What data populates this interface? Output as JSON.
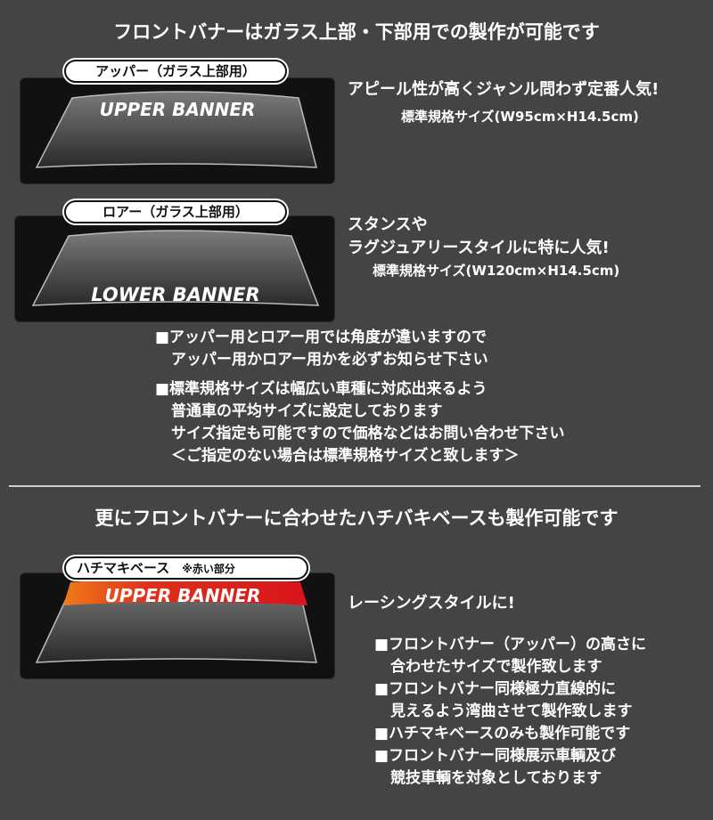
{
  "header": {
    "title": "フロントバナーはガラス上部・下部用での製作が可能です"
  },
  "upper": {
    "tag": "アッパー（ガラス上部用）",
    "banner_text": "UPPER BANNER",
    "desc1": "アピール性が高くジャンル問わず定番人気!",
    "size": "標準規格サイズ(W95cm×H14.5cm)"
  },
  "lower": {
    "tag": "ロアー（ガラス上部用）",
    "banner_text": "LOWER BANNER",
    "desc1": "スタンスや",
    "desc2": "ラグジュアリースタイルに特に人気!",
    "size": "標準規格サイズ(W120cm×H14.5cm)"
  },
  "notes": [
    "■アッパー用とロアー用では角度が違いますので",
    "アッパー用かロアー用かを必ずお知らせ下さい",
    "■標準規格サイズは幅広い車種に対応出来るよう",
    "普通車の平均サイズに設定しております",
    "サイズ指定も可能ですので価格などはお問い合わせ下さい",
    "＜ご指定のない場合は標準規格サイズと致します＞"
  ],
  "section2": {
    "title": "更にフロントバナーに合わせたハチバキベースも製作可能です"
  },
  "hachimaki": {
    "tag": "ハチマキベース",
    "tag_note": "※赤い部分",
    "banner_text": "UPPER BANNER",
    "desc1": "レーシングスタイルに!",
    "bullets": [
      "■フロントバナー（アッパー）の高さに",
      "合わせたサイズで製作致します",
      "■フロントバナー同様極力直線的に",
      "見えるよう湾曲させて製作致します",
      "■ハチマキベースのみも製作可能です",
      "■フロントバナー同様展示車輌及び",
      "競技車輌を対象としております"
    ]
  },
  "colors": {
    "background": "#444444",
    "hachimaki_red": "#d8141c",
    "hachimaki_orange": "#f07a1a"
  }
}
